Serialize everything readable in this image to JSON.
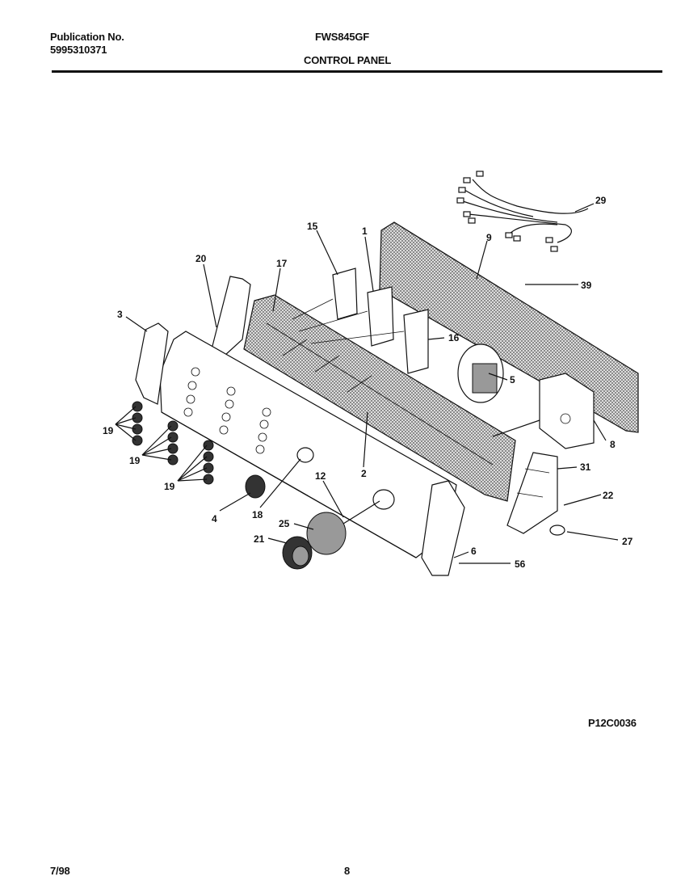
{
  "header": {
    "publication_label": "Publication No.",
    "publication_number": "5995310371",
    "model": "FWS845GF",
    "section_title": "CONTROL PANEL"
  },
  "footer": {
    "date": "7/98",
    "page_number": "8"
  },
  "diagram": {
    "reference_code": "P12C0036",
    "callouts": [
      "29",
      "15",
      "1",
      "9",
      "20",
      "17",
      "39",
      "3",
      "16",
      "5",
      "19",
      "19",
      "19",
      "8",
      "2",
      "31",
      "22",
      "4",
      "18",
      "12",
      "25",
      "27",
      "21",
      "6",
      "56"
    ]
  }
}
